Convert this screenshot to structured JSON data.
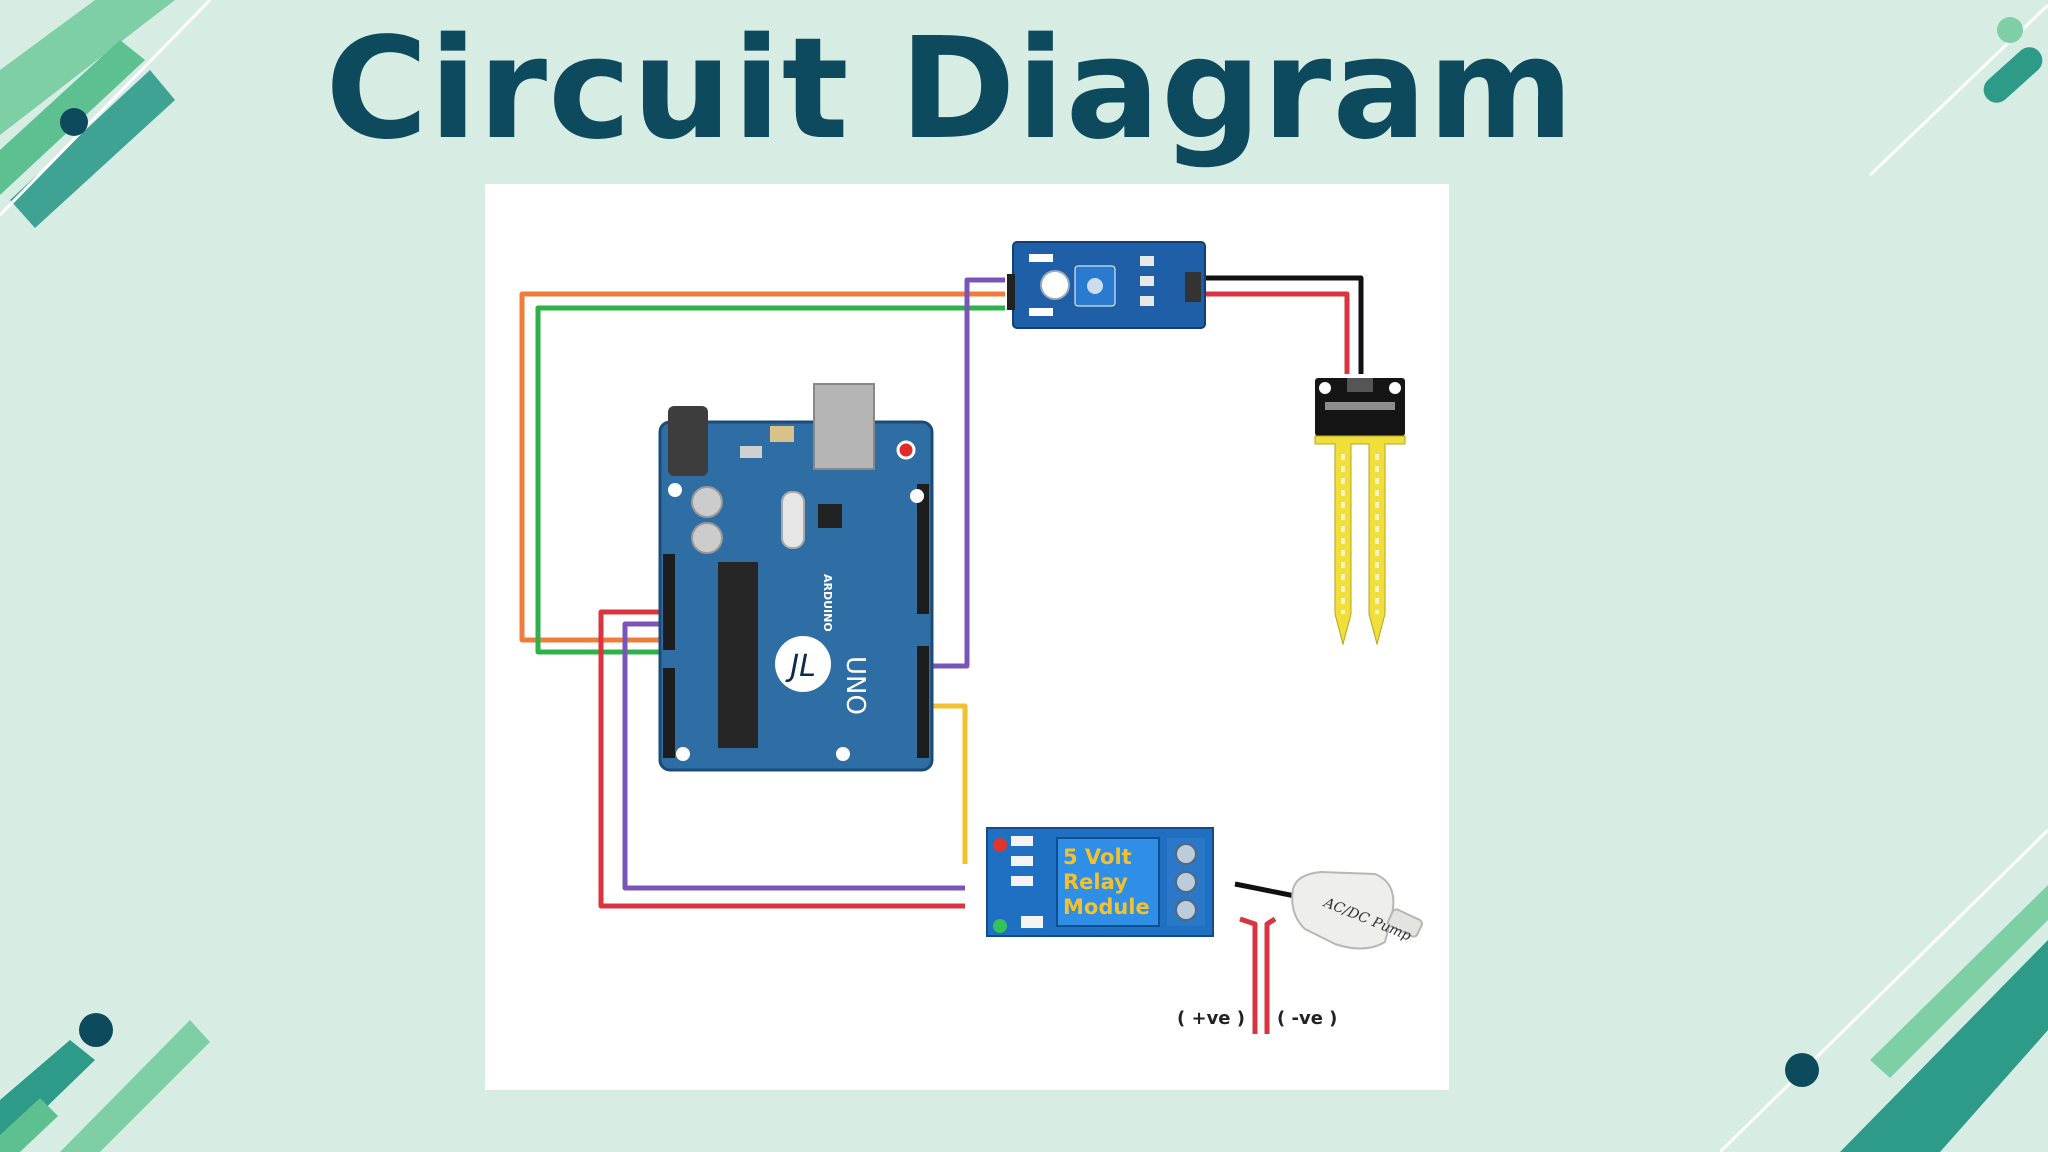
{
  "title": "Circuit Diagram",
  "diagram": {
    "arduino": {
      "board_label": "UNO",
      "brand": "ARDUINO",
      "logo": "JL"
    },
    "relay": {
      "line1": "5 Volt",
      "line2": "Relay",
      "line3": "Module"
    },
    "pump": {
      "label": "AC/DC Pump"
    },
    "supply": {
      "positive": "( +ve )",
      "negative": "( -ve )"
    }
  },
  "colors": {
    "background": "#d7ede4",
    "title": "#0d4a5e",
    "accent_light": "#7fcfa6",
    "accent_dark": "#2e9a88",
    "dot": "#0d4a5e",
    "wire_orange": "#f07c3c",
    "wire_green": "#2fb14a",
    "wire_purple": "#7a55b8",
    "wire_red": "#d9343f",
    "wire_yellow": "#f2c12e",
    "wire_black": "#111111",
    "board_blue": "#2f6ea5"
  }
}
